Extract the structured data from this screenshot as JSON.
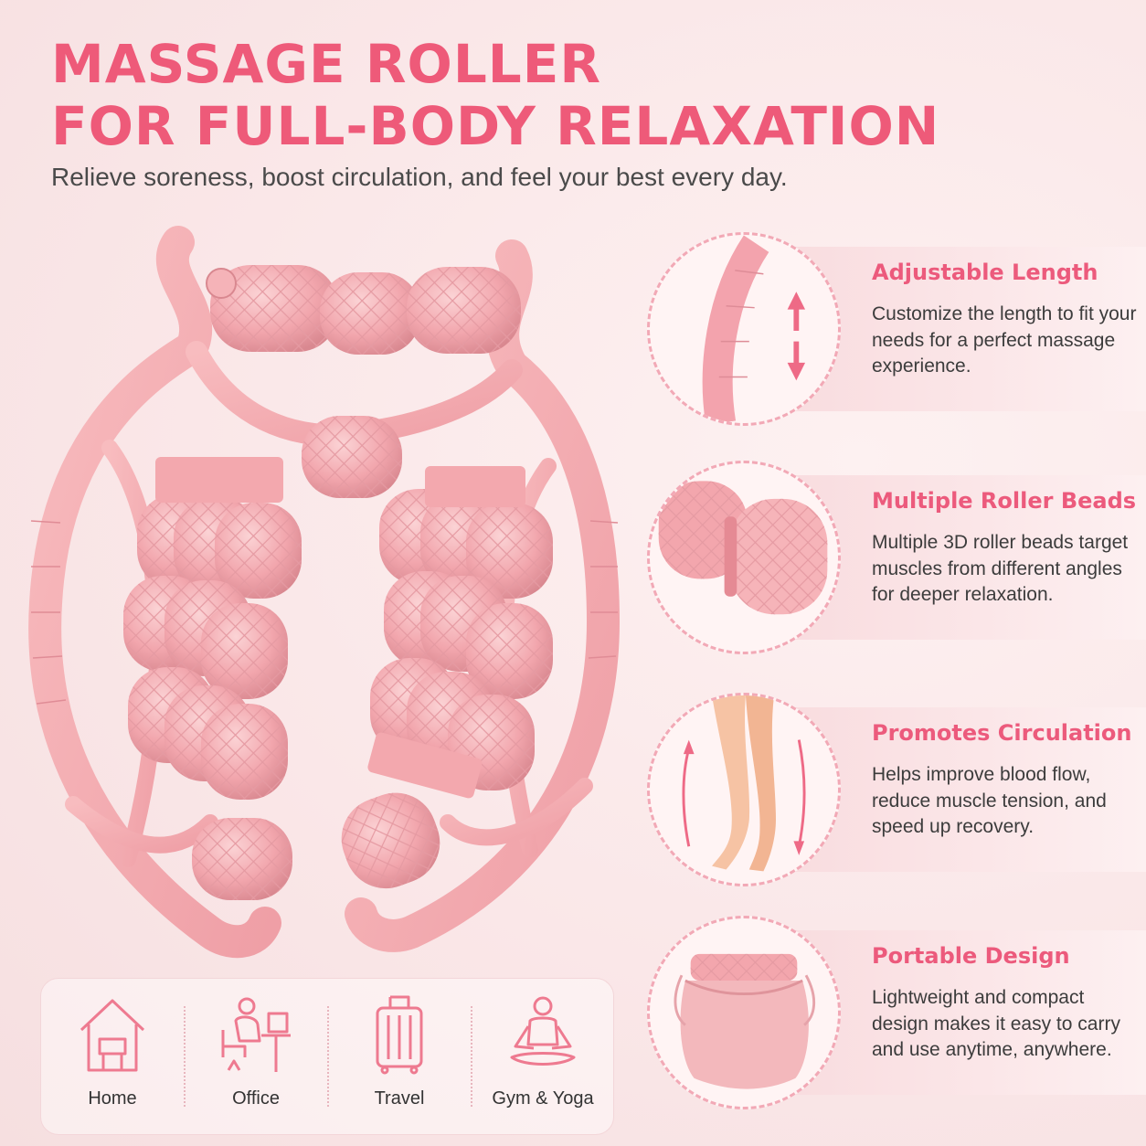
{
  "header": {
    "title_line1": "MASSAGE ROLLER",
    "title_line2": "FOR FULL-BODY RELAXATION",
    "subtitle": "Relieve soreness, boost circulation, and feel your best every day."
  },
  "colors": {
    "accent": "#ee5a79",
    "product_pink": "#f4aeb3",
    "band": "#f8dadd",
    "text": "#3c3c3c"
  },
  "features": [
    {
      "icon": "length-adjust-icon",
      "title": "Adjustable Length",
      "description": "Customize the length to fit your needs for a perfect massage experience."
    },
    {
      "icon": "roller-beads-icon",
      "title": "Multiple Roller Beads",
      "description": "Multiple 3D roller beads target muscles from different angles for deeper relaxation."
    },
    {
      "icon": "legs-circulation-icon",
      "title": "Promotes Circulation",
      "description": "Helps improve blood flow, reduce muscle tension, and speed up recovery."
    },
    {
      "icon": "storage-bag-icon",
      "title": "Portable Design",
      "description": "Lightweight and compact design makes it easy to carry and use anytime, anywhere."
    }
  ],
  "usage": [
    {
      "icon": "home-icon",
      "label": "Home"
    },
    {
      "icon": "office-icon",
      "label": "Office"
    },
    {
      "icon": "luggage-icon",
      "label": "Travel"
    },
    {
      "icon": "yoga-icon",
      "label": "Gym & Yoga"
    }
  ]
}
